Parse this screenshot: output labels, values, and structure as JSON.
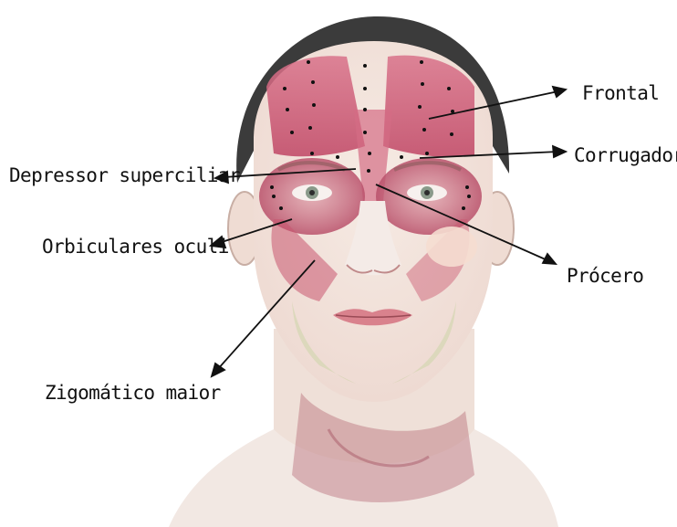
{
  "labels": {
    "frontal": "Frontal",
    "corrugador": "Corrugador",
    "depressor": "Depressor superciliar",
    "orbiculares": "Orbiculares oculi",
    "procero": "Prócero",
    "zigomatico": "Zigomático maior"
  },
  "colors": {
    "muscle": "#c9566f",
    "muscle_light": "#e08a9b",
    "skin": "#f3e6dc",
    "hair": "#3b3b3b",
    "neck_tint": "#b76f7a",
    "chin_tint": "#c9d3a4"
  }
}
